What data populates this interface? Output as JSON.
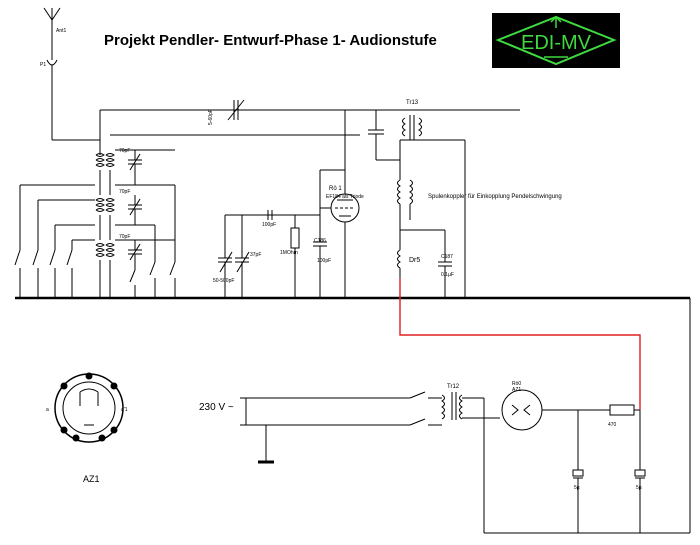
{
  "title": "Projekt Pendler- Entwurf-Phase 1- Audionstufe",
  "logo": {
    "text": "EDI-MV",
    "frame_color": "#3fd93f",
    "text_color": "#3fd93f",
    "background": "#000000"
  },
  "colors": {
    "wire": "#000000",
    "highlight_wire": "#e02020"
  },
  "labels": {
    "antenna": "Ant1",
    "antenna_connector": "P1",
    "trimmer_top": "5-60pF",
    "tr13": "Tr13",
    "tube_ro1_name": "Rö 1",
    "tube_ro1_type": "EF184 als Triode",
    "coupling_cap": "100pF",
    "grid_resistor": "1MOhm",
    "c186_name": "C186",
    "c186_value": "100pF",
    "spulenkoppler": "Spulenkoppler für Einkopplung Pendelschwingung",
    "dr5": "Dr5",
    "c187_name": "C187",
    "c187_value": "0.1µF",
    "cap_70a": "70pF",
    "cap_70b": "70pF",
    "cap_70c": "70pF",
    "cap_37": "37pF",
    "cap_50_500": "50-500pF",
    "mains": "230 V ~",
    "tr12": "Tr12",
    "rect_tube_name": "Rö0",
    "rect_tube_type": "AZ1",
    "res_470": "470",
    "cap_5a": "5µ",
    "cap_5b": "5µ",
    "socket_name": "AZ1",
    "socket_pin_left": "a",
    "socket_pin_right": "a'1"
  }
}
